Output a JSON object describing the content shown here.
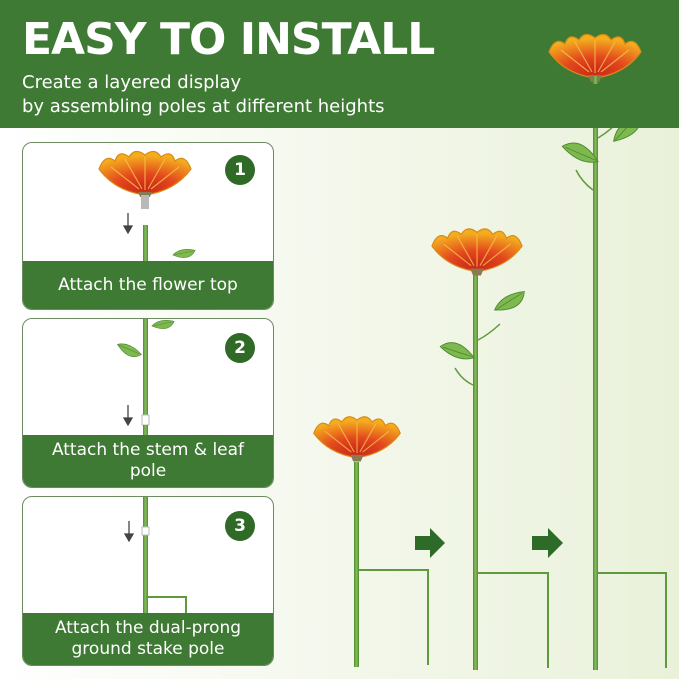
{
  "header": {
    "title": "EASY TO INSTALL",
    "subtitle_lines": [
      "Create a layered display",
      "by assembling poles at different heights"
    ]
  },
  "steps": [
    {
      "number": "1",
      "caption": "Attach the flower top"
    },
    {
      "number": "2",
      "caption": "Attach the stem & leaf pole"
    },
    {
      "number": "3",
      "caption": "Attach the dual-prong ground stake pole"
    }
  ],
  "colors": {
    "header_bg": "#3f7a34",
    "badge_bg": "#2f6a27",
    "stem_green": "#6da648",
    "leaf_green": "#7db94e",
    "petal_orange": "#f0a318",
    "petal_red": "#d9391c",
    "arrow_green": "#2e6b28"
  },
  "icons": [
    "flower-head-icon",
    "leaf-icon",
    "down-arrow-icon",
    "right-arrow-icon",
    "ground-stake-icon"
  ]
}
